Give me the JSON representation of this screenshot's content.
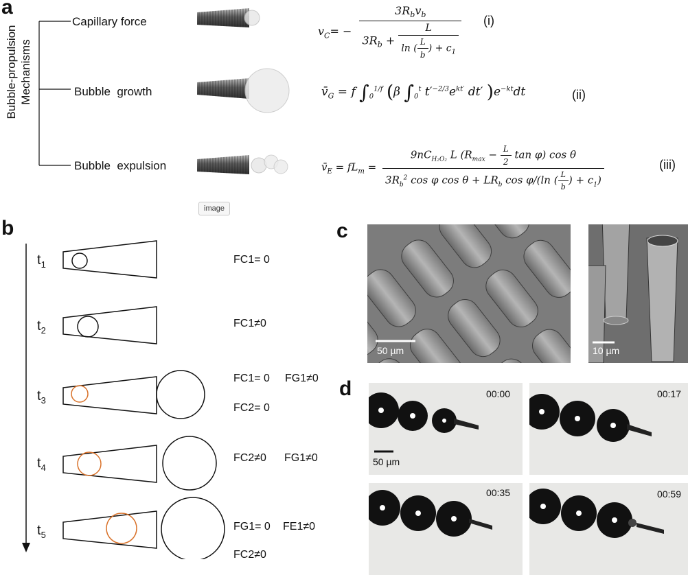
{
  "panels": {
    "a": "a",
    "b": "b",
    "c": "c",
    "d": "d"
  },
  "panel_a": {
    "vertical_label": [
      "Bubble-propulsion",
      "Mechanisms"
    ],
    "mechanisms": [
      "Capillary force",
      "Bubble  growth",
      "Bubble  expulsion"
    ],
    "eq_i": {
      "lhs": "v_C = −",
      "num": "3R_b v_b",
      "den_left": "3R_b +",
      "den_frac_num": "L",
      "den_frac_den": "ln(L/b) + c₁",
      "label": "(i)"
    },
    "eq_ii": {
      "text": "v̄_G = f ∫₀^{1/f} ( β ∫₀^t t′^{−2/3} e^{kt′} dt′ ) e^{−kt} dt",
      "label": "(ii)"
    },
    "eq_iii": {
      "lhs": "v̄_E = f L_m =",
      "num": "9nC_{H₂O₂} L (R_max − (L/2) tan φ) cos θ",
      "den": "3R_b² cos φ cos θ + LR_b cos φ / (ln(L/b) + c₁)",
      "label": "(iii)"
    },
    "image_tag": "image"
  },
  "panel_b": {
    "times": [
      "t",
      "t",
      "t",
      "t",
      "t"
    ],
    "time_subs": [
      "1",
      "2",
      "3",
      "4",
      "5"
    ],
    "forces": [
      [
        "FC1= 0"
      ],
      [
        "FC1≠0"
      ],
      [
        "FC1= 0",
        "FG1≠0",
        "FC2= 0"
      ],
      [
        "FC2≠0",
        "FG1≠0"
      ],
      [
        "FG1= 0",
        "FE1≠0",
        "FC2≠0"
      ]
    ]
  },
  "panel_c": {
    "scale_left": "50 µm",
    "scale_right": "10 µm"
  },
  "panel_d": {
    "times": [
      "00:00",
      "00:17",
      "00:35",
      "00:59"
    ],
    "scale": "50 µm"
  }
}
